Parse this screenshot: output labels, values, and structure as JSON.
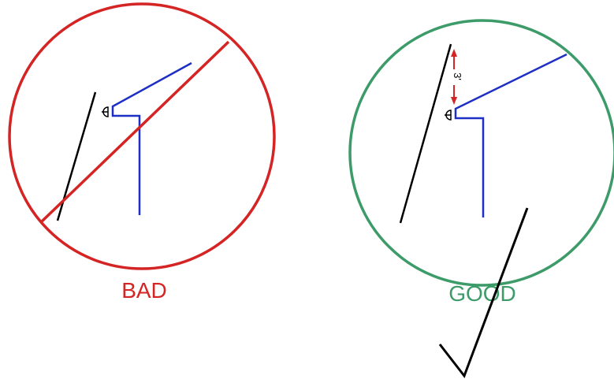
{
  "panels": {
    "bad": {
      "label": "BAD",
      "color": "#d42424"
    },
    "good": {
      "label": "GOOD",
      "color": "#3c9b68",
      "dimension": "3'"
    }
  },
  "colors": {
    "line": "#000000",
    "fixture": "#1d2fc4",
    "dimension_arrow": "#d42424"
  },
  "icons": [
    "prohibited-slash",
    "checkmark",
    "lamp-head-symbol"
  ]
}
